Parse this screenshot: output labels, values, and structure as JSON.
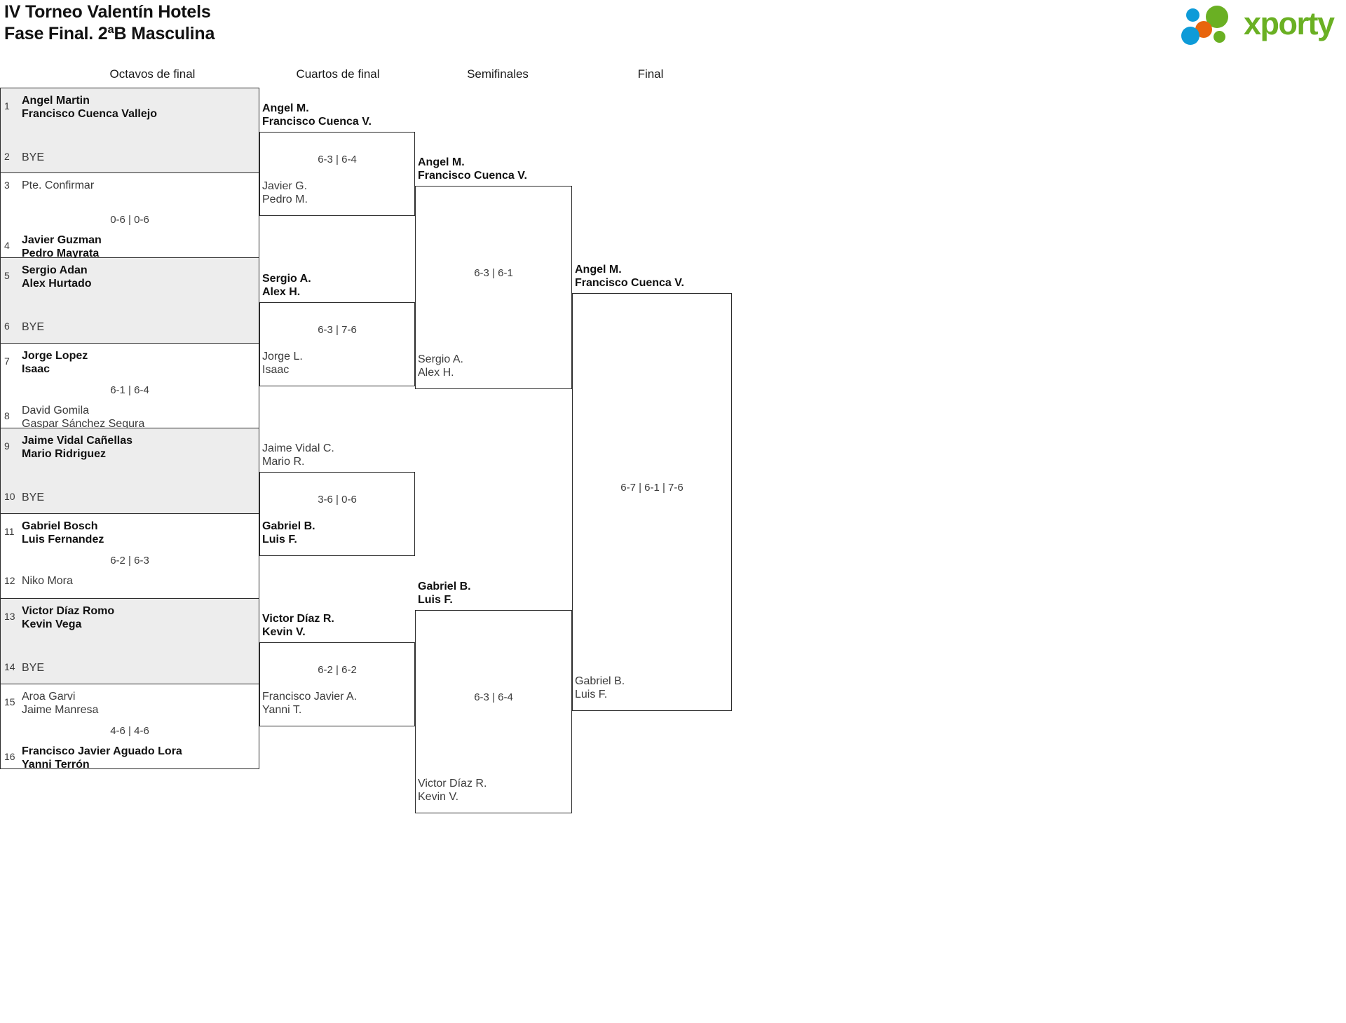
{
  "header": {
    "title_line1": "IV Torneo Valentín Hotels",
    "title_line2": "Fase Final. 2ªB Masculina",
    "logo_text": "xporty",
    "logo_colors": {
      "green": "#6ab023",
      "blue": "#0e9bd8",
      "orange": "#e8650d"
    }
  },
  "rounds": [
    {
      "label": "Octavos de final"
    },
    {
      "label": "Cuartos de final"
    },
    {
      "label": "Semifinales"
    },
    {
      "label": "Final"
    }
  ],
  "round1": {
    "entries": [
      {
        "seed": "1",
        "line1": "Angel Martin",
        "line2": "Francisco Cuenca Vallejo",
        "winner": true
      },
      {
        "seed": "2",
        "line1": "BYE",
        "line2": "",
        "winner": false,
        "bye": true
      },
      {
        "seed": "3",
        "line1": "Pte. Confirmar",
        "line2": "",
        "winner": false
      },
      {
        "seed": "4",
        "line1": "Javier Guzman",
        "line2": "Pedro Mayrata",
        "winner": true
      },
      {
        "seed": "5",
        "line1": "Sergio Adan",
        "line2": "Alex Hurtado",
        "winner": true
      },
      {
        "seed": "6",
        "line1": "BYE",
        "line2": "",
        "winner": false,
        "bye": true
      },
      {
        "seed": "7",
        "line1": "Jorge Lopez",
        "line2": "Isaac",
        "winner": true
      },
      {
        "seed": "8",
        "line1": "David Gomila",
        "line2": "Gaspar Sánchez Segura",
        "winner": false
      },
      {
        "seed": "9",
        "line1": "Jaime Vidal Cañellas",
        "line2": "Mario Ridriguez",
        "winner": true
      },
      {
        "seed": "10",
        "line1": "BYE",
        "line2": "",
        "winner": false,
        "bye": true
      },
      {
        "seed": "11",
        "line1": "Gabriel Bosch",
        "line2": "Luis Fernandez",
        "winner": true
      },
      {
        "seed": "12",
        "line1": "Niko Mora",
        "line2": "",
        "winner": false
      },
      {
        "seed": "13",
        "line1": "Victor Díaz Romo",
        "line2": "Kevin Vega",
        "winner": true
      },
      {
        "seed": "14",
        "line1": "BYE",
        "line2": "",
        "winner": false,
        "bye": true
      },
      {
        "seed": "15",
        "line1": "Aroa Garvi",
        "line2": "Jaime Manresa",
        "winner": false
      },
      {
        "seed": "16",
        "line1": "Francisco Javier Aguado Lora",
        "line2": "Yanni Terrón",
        "winner": true
      }
    ],
    "scores": [
      "",
      "0-6 | 0-6",
      "",
      "6-1 | 6-4",
      "",
      "6-2 | 6-3",
      "",
      "4-6 | 4-6"
    ]
  },
  "round2": {
    "matches": [
      {
        "score": "6-3 | 6-4",
        "top": {
          "line1": "Angel M.",
          "line2": "Francisco Cuenca V.",
          "winner": true
        },
        "bottom": {
          "line1": "Javier G.",
          "line2": "Pedro M.",
          "winner": false
        }
      },
      {
        "score": "6-3 | 7-6",
        "top": {
          "line1": "Sergio A.",
          "line2": "Alex H.",
          "winner": true
        },
        "bottom": {
          "line1": "Jorge L.",
          "line2": "Isaac",
          "winner": false
        }
      },
      {
        "score": "3-6 | 0-6",
        "top": {
          "line1": "Jaime Vidal C.",
          "line2": "Mario R.",
          "winner": false
        },
        "bottom": {
          "line1": "Gabriel B.",
          "line2": "Luis F.",
          "winner": true
        }
      },
      {
        "score": "6-2 | 6-2",
        "top": {
          "line1": "Victor Díaz R.",
          "line2": "Kevin V.",
          "winner": true
        },
        "bottom": {
          "line1": "Francisco Javier A.",
          "line2": "Yanni T.",
          "winner": false
        }
      }
    ]
  },
  "round3": {
    "matches": [
      {
        "score": "6-3 | 6-1",
        "top": {
          "line1": "Angel M.",
          "line2": "Francisco Cuenca V.",
          "winner": true
        },
        "bottom": {
          "line1": "Sergio A.",
          "line2": "Alex H.",
          "winner": false
        }
      },
      {
        "score": "6-3 | 6-4",
        "top": {
          "line1": "Gabriel B.",
          "line2": "Luis F.",
          "winner": true
        },
        "bottom": {
          "line1": "Victor Díaz R.",
          "line2": "Kevin V.",
          "winner": false
        }
      }
    ]
  },
  "round4": {
    "matches": [
      {
        "score": "6-7 | 6-1 | 7-6",
        "top": {
          "line1": "Angel M.",
          "line2": "Francisco Cuenca V.",
          "winner": true
        },
        "bottom": {
          "line1": "Gabriel B.",
          "line2": "Luis F.",
          "winner": false
        }
      }
    ]
  }
}
